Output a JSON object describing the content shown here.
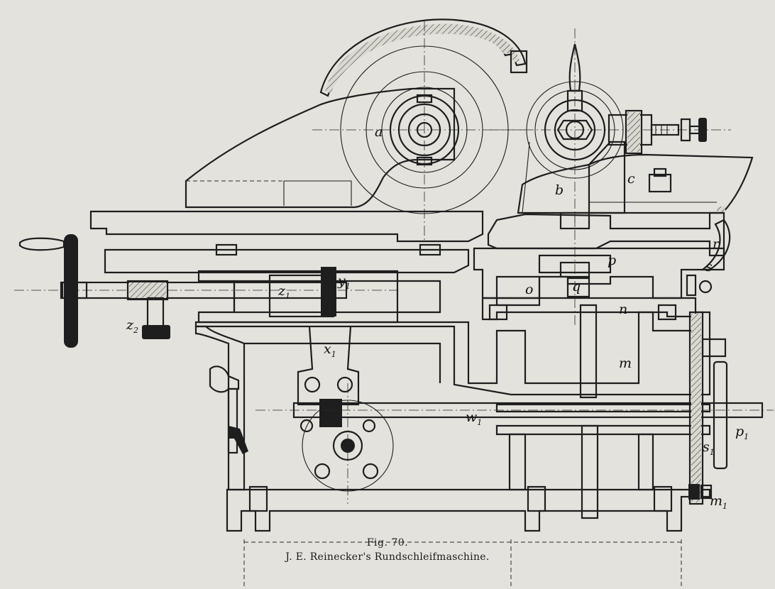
{
  "caption": {
    "figure_number": "Fig. 70.",
    "title": "J. E. Reinecker's Rundschleifmaschine."
  },
  "part_labels": [
    {
      "id": "a",
      "text": "a"
    },
    {
      "id": "b",
      "text": "b"
    },
    {
      "id": "c",
      "text": "c"
    },
    {
      "id": "p",
      "text": "p"
    },
    {
      "id": "o",
      "text": "o"
    },
    {
      "id": "q",
      "text": "q"
    },
    {
      "id": "n",
      "text": "n"
    },
    {
      "id": "r",
      "text": "r"
    },
    {
      "id": "s",
      "text": "s"
    },
    {
      "id": "m",
      "text": "m"
    },
    {
      "id": "z1",
      "text": "z",
      "sub": "1"
    },
    {
      "id": "y1",
      "text": "y",
      "sub": "1"
    },
    {
      "id": "z2",
      "text": "z",
      "sub": "2"
    },
    {
      "id": "x1",
      "text": "x",
      "sub": "1"
    },
    {
      "id": "w1",
      "text": "w",
      "sub": "1"
    },
    {
      "id": "s1",
      "text": "s",
      "sub": "1"
    },
    {
      "id": "p1",
      "text": "p",
      "sub": "1"
    },
    {
      "id": "m1",
      "text": "m",
      "sub": "1"
    }
  ],
  "colors": {
    "paper": "#e3e2dc",
    "ink": "#1e1e1e"
  }
}
